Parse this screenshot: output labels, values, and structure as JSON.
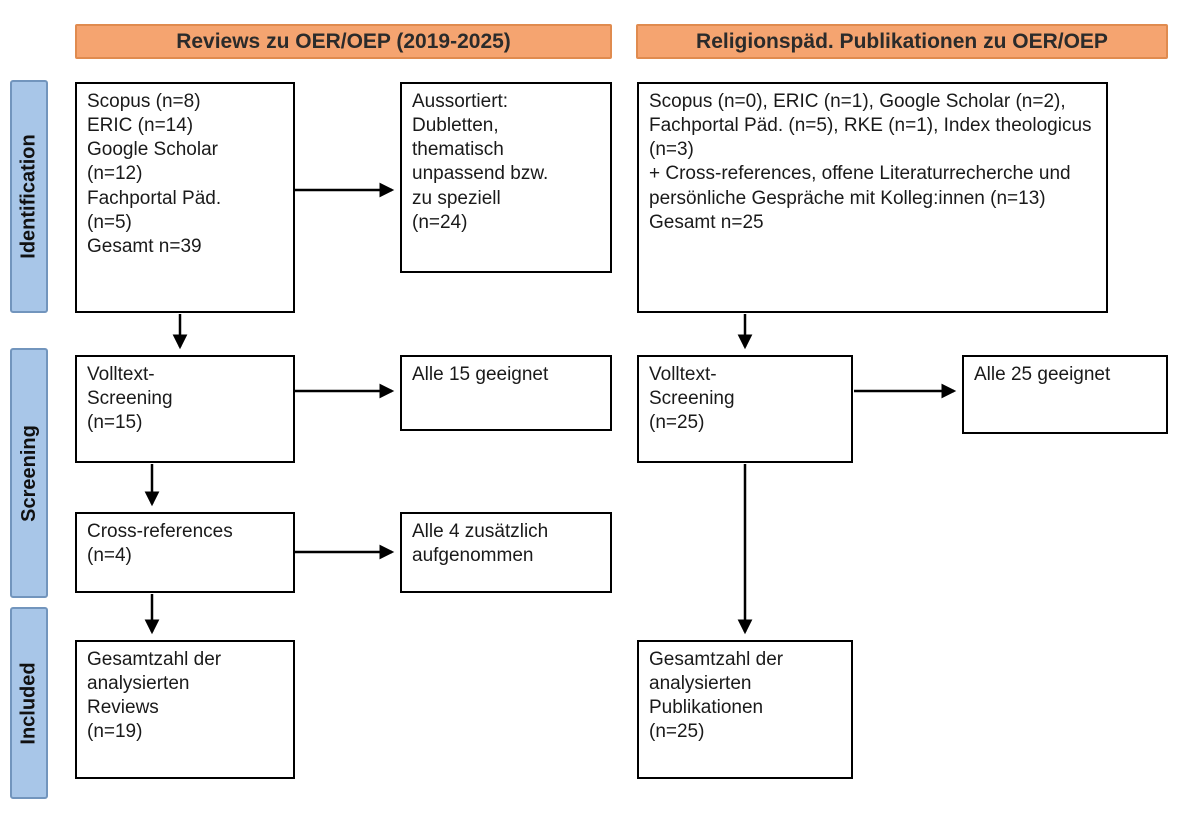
{
  "colors": {
    "header_bg": "#f5a470",
    "header_border": "#e08b4f",
    "side_bg": "#a8c6e8",
    "side_border": "#7295bd",
    "box_border": "#000000",
    "arrow": "#000000",
    "text": "#1a1a1a"
  },
  "headers": {
    "left": "Reviews zu OER/OEP (2019-2025)",
    "right": "Religionspäd. Publikationen zu OER/OEP"
  },
  "stages": {
    "identification": "Identification",
    "screening": "Screening",
    "included": "Included"
  },
  "left": {
    "sources": "Scopus (n=8)\nERIC (n=14)\nGoogle Scholar\n(n=12)\nFachportal Päd.\n(n=5)\nGesamt n=39",
    "excluded": "Aussortiert:\nDubletten,\nthematisch\nunpassend bzw.\nzu speziell\n(n=24)",
    "screening": "Volltext-\nScreening\n(n=15)",
    "screening_result": "Alle 15 geeignet",
    "crossref": "Cross-references\n(n=4)",
    "crossref_result": "Alle 4 zusätzlich\naufgenommen",
    "included": "Gesamtzahl der\nanalysierten\nReviews\n(n=19)"
  },
  "right": {
    "sources": "Scopus (n=0), ERIC (n=1), Google Scholar (n=2), Fachportal Päd. (n=5), RKE (n=1), Index theologicus (n=3)\n+ Cross-references, offene Literaturrecherche und persönliche Gespräche mit Kolleg:innen (n=13)\nGesamt n=25",
    "screening": "Volltext-\nScreening\n(n=25)",
    "screening_result": "Alle 25 geeignet",
    "included": "Gesamtzahl der\nanalysierten\nPublikationen\n(n=25)"
  }
}
